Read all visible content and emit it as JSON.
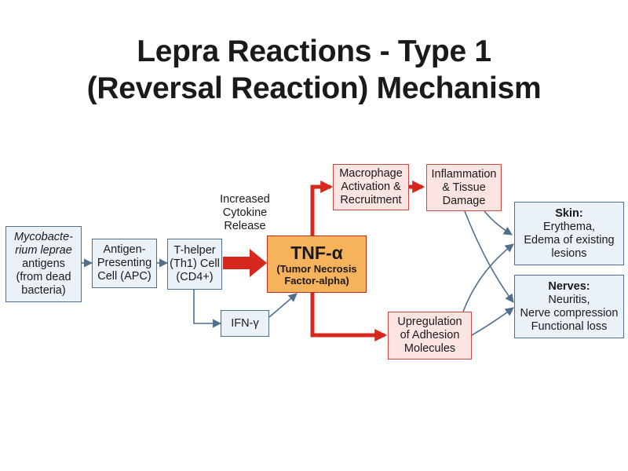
{
  "title": {
    "line1": "Lepra Reactions - Type 1",
    "line2": "(Reversal Reaction) Mechanism"
  },
  "nodes": {
    "antigens": {
      "line1": "Mycobacte-",
      "line2": "rium leprae",
      "line3": "antigens",
      "line4": "(from dead",
      "line5": "bacteria)"
    },
    "apc": {
      "line1": "Antigen-",
      "line2": "Presenting",
      "line3": "Cell (APC)"
    },
    "th1": {
      "line1": "T-helper",
      "line2": "(Th1) Cell",
      "line3": "(CD4+)"
    },
    "ifn": {
      "label": "IFN-γ"
    },
    "tnf": {
      "main": "TNF-α",
      "sub1": "(Tumor Necrosis",
      "sub2": "Factor-alpha)"
    },
    "macrophage": {
      "line1": "Macrophage",
      "line2": "Activation &",
      "line3": "Recruitment"
    },
    "inflammation": {
      "line1": "Inflammation",
      "line2": "& Tissue",
      "line3": "Damage"
    },
    "adhesion": {
      "line1": "Upregulation",
      "line2": "of Adhesion",
      "line3": "Molecules"
    },
    "skin": {
      "heading": "Skin:",
      "line1": "Erythema,",
      "line2": "Edema of existing",
      "line3": "lesions"
    },
    "nerves": {
      "heading": "Nerves:",
      "line1": "Neuritis,",
      "line2": "Nerve compression",
      "line3": "Functional loss"
    }
  },
  "annotations": {
    "cytokine": {
      "line1": "Increased",
      "line2": "Cytokine",
      "line3": "Release"
    }
  },
  "colors": {
    "blue_fill": "#eaf2f8",
    "blue_stroke": "#4f6f8e",
    "pink_fill": "#fbe4e1",
    "red_stroke": "#c94a44",
    "tnf_fill": "#f7b35b",
    "red_arrow": "#d6281c"
  }
}
